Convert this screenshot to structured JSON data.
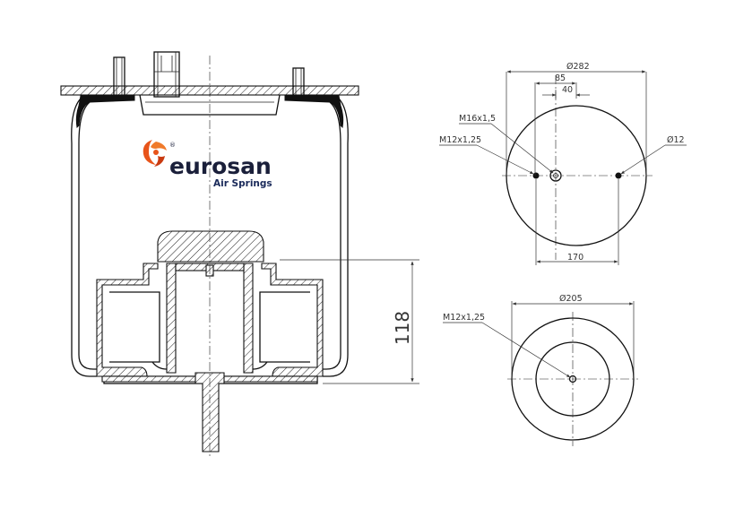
{
  "logo": {
    "brand": "eurosan",
    "registered": "®",
    "tagline": "Air Springs",
    "colors": {
      "swirl": "#e8541a",
      "swirl_dark": "#c93a10",
      "brand_text": "#1a1f3a",
      "tagline_text": "#1a2a5a"
    }
  },
  "side_view": {
    "height_dim": "118"
  },
  "top_view": {
    "diameter": "Ø282",
    "dim_85": "85",
    "dim_40": "40",
    "dim_170": "170",
    "callout_m16": "M16x1,5",
    "callout_m12": "M12x1,25",
    "callout_hole": "Ø12"
  },
  "bottom_view": {
    "diameter": "Ø205",
    "callout_m12": "M12x1,25"
  }
}
